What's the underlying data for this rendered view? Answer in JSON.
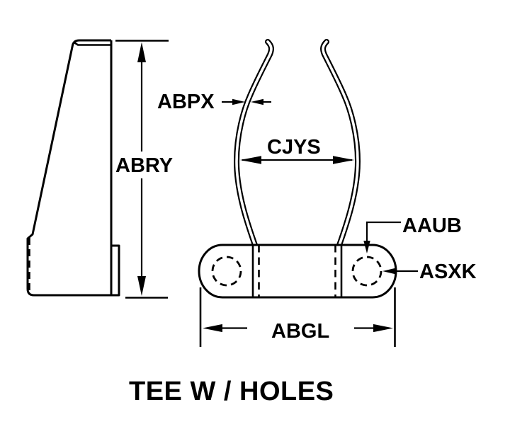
{
  "diagram": {
    "title": "TEE W / HOLES",
    "colors": {
      "line": "#000000",
      "background": "#ffffff"
    },
    "callouts": {
      "abpx": "ABPX",
      "abry": "ABRY",
      "cjys": "CJYS",
      "aaub": "AAUB",
      "asxk": "ASXK",
      "abgl": "ABGL"
    }
  }
}
